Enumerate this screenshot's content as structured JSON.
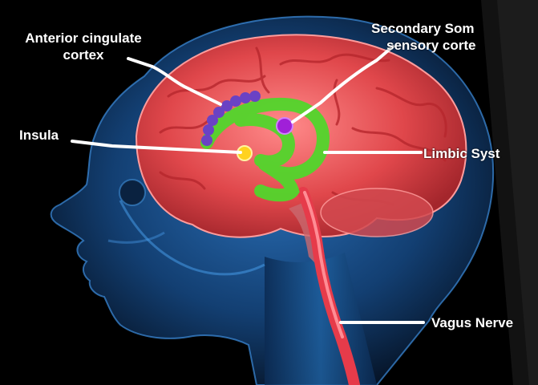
{
  "labels": {
    "anterior_cingulate_line1": "Anterior cingulate",
    "anterior_cingulate_line2": "cortex",
    "secondary_somatosensory_line1": "Secondary Som",
    "secondary_somatosensory_line2": "sensory corte",
    "insula": "Insula",
    "limbic_system": "Limbic Syst",
    "vagus_nerve": "Vagus Nerve"
  },
  "colors": {
    "background": "#000000",
    "head": "#1d5fa8",
    "brain": "#e0474b",
    "limbic": "#52d62c",
    "anterior_cingulate_dots": "#6a42c4",
    "secondary_somatosensory_dot": "#a020d8",
    "insula_dot": "#ffd21f",
    "vagus_nerve": "#e63b4a",
    "label_text": "#ffffff"
  }
}
